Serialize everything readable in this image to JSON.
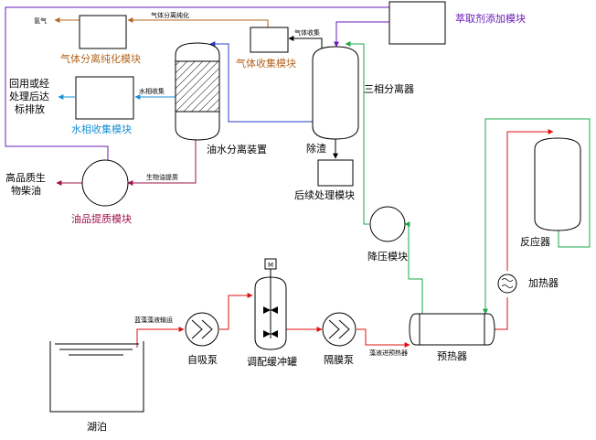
{
  "colors": {
    "black": "#000000",
    "gas": "#b5651d",
    "water": "#1a8fd6",
    "oil": "#a0104a",
    "additive": "#6a1bb8",
    "flow_red": "#e01010",
    "flow_green": "#1aa84a",
    "blue_line": "#2a3cc8"
  },
  "modules": {
    "extractant": "萃取剂添加模块",
    "gas_purify": "气体分离纯化模块",
    "gas_collect": "气体收集模块",
    "three_phase": "三相分离器",
    "water_collect": "水相收集模块",
    "oil_water": "油水分离装置",
    "oil_upgrade": "油品提质模块",
    "slag": "除渣",
    "post_treat": "后续处理模块",
    "depressure": "降压模块",
    "reactor": "反应器",
    "heater": "加热器",
    "preheater": "预热器",
    "diaphragm_pump": "隔膜泵",
    "mixing_tank": "调配缓冲罐",
    "self_priming_pump": "自吸泵",
    "lake": "湖泊"
  },
  "outputs": {
    "hydrogen": "氢气",
    "reuse_1": "回用或经",
    "reuse_2": "处理后达",
    "reuse_3": "标排放",
    "biodiesel_1": "高品质生",
    "biodiesel_2": "物柴油"
  },
  "flows": {
    "gas_purify_flow": "气体分离纯化",
    "gas_collect_flow": "气体收集",
    "water_collect_flow": "水相收集",
    "bio_oil_flow": "生物油提质",
    "algae_transport": "蓝藻藻液输运",
    "algae_to_preheater": "藻液进预热器"
  },
  "motor": "M"
}
